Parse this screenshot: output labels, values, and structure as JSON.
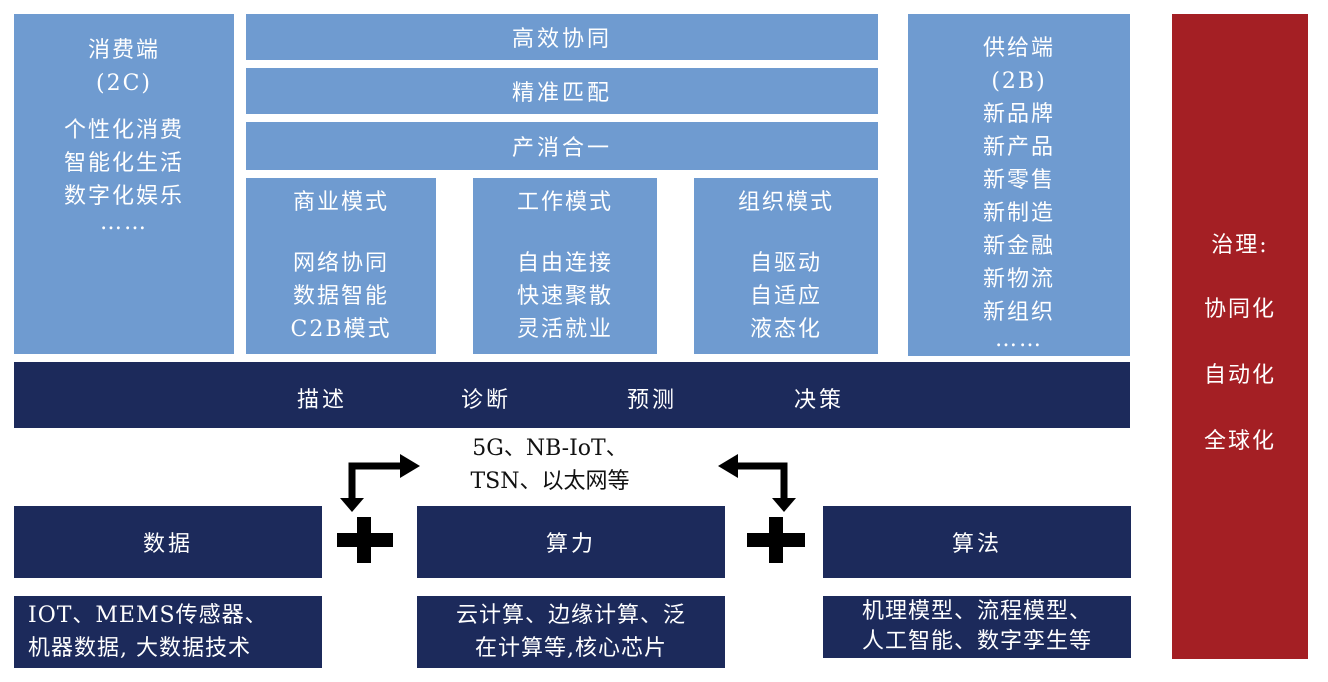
{
  "consumer": {
    "title": "消费端",
    "subtitle": "(2C)",
    "items": [
      "个性化消费",
      "智能化生活",
      "数字化娱乐",
      "……"
    ]
  },
  "rows": [
    "高效协同",
    "精准匹配",
    "产消合一"
  ],
  "modes": [
    {
      "title": "商业模式",
      "items": [
        "网络协同",
        "数据智能",
        "C2B模式"
      ]
    },
    {
      "title": "工作模式",
      "items": [
        "自由连接",
        "快速聚散",
        "灵活就业"
      ]
    },
    {
      "title": "组织模式",
      "items": [
        "自驱动",
        "自适应",
        "液态化"
      ]
    }
  ],
  "supply": {
    "title": "供给端",
    "subtitle": "(2B)",
    "items": [
      "新品牌",
      "新产品",
      "新零售",
      "新制造",
      "新金融",
      "新物流",
      "新组织",
      "……"
    ]
  },
  "governance": {
    "title": "治理:",
    "items": [
      "协同化",
      "自动化",
      "全球化"
    ]
  },
  "analytics": [
    "描述",
    "诊断",
    "预测",
    "决策"
  ],
  "network": [
    "5G、NB-IoT、",
    "TSN、以太网等"
  ],
  "bases": [
    {
      "title": "数据",
      "desc": [
        "IOT、MEMS传感器、",
        "机器数据, 大数据技术"
      ]
    },
    {
      "title": "算力",
      "desc": [
        "云计算、边缘计算、泛",
        "在计算等,核心芯片"
      ]
    },
    {
      "title": "算法",
      "desc": [
        "机理模型、流程模型、",
        "人工智能、数字孪生等"
      ]
    }
  ],
  "colors": {
    "light_blue": "#6f9bd0",
    "navy": "#1c2a5b",
    "red": "#a41f24"
  }
}
